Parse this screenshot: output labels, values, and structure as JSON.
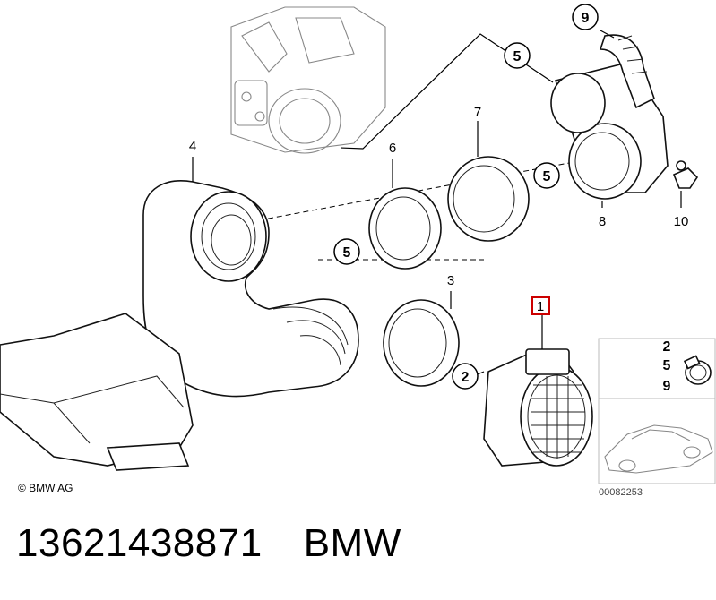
{
  "diagram": {
    "part_labels": [
      "1",
      "2",
      "2",
      "3",
      "4",
      "5",
      "5",
      "5",
      "6",
      "7",
      "8",
      "9",
      "10"
    ],
    "highlighted_label": "1",
    "inset_labels": [
      "2",
      "5",
      "9"
    ],
    "inset_code": "00082253",
    "copyright": "© BMW AG",
    "highlight_color": "#cc0000"
  },
  "footer": {
    "part_number": "13621438871",
    "brand": "BMW"
  }
}
